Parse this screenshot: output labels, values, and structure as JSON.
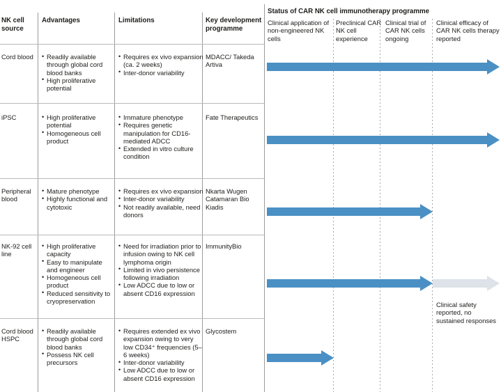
{
  "table": {
    "headers": [
      "NK cell source",
      "Advantages",
      "Limitations",
      "Key development programme"
    ],
    "rows": [
      {
        "source": "Cord blood",
        "advantages": [
          "Readily available through global cord blood banks",
          "High proliferative potential"
        ],
        "limitations": [
          "Requires ex vivo expansion (ca. 2 weeks)",
          "Inter-donor variability"
        ],
        "programme": "MDACC/ Takeda Artiva"
      },
      {
        "source": "iPSC",
        "advantages": [
          "High proliferative potential",
          "Homogeneous cell product"
        ],
        "limitations": [
          "Immature phenotype",
          "Requires genetic manipulation for CD16-mediated ADCC",
          "Extended in vitro culture condition"
        ],
        "programme": "Fate Therapeutics"
      },
      {
        "source": "Peripheral blood",
        "advantages": [
          "Mature phenotype",
          "Highly functional and cytotoxic"
        ],
        "limitations": [
          "Requires ex vivo expansion",
          "Inter-donor variability",
          "Not readily available, need donors"
        ],
        "programme": "Nkarta Wugen Catamaran Bio Kiadis"
      },
      {
        "source": "NK-92 cell line",
        "advantages": [
          "High proliferative capacity",
          "Easy to manipulate and engineer",
          "Homogeneous cell product",
          "Reduced sensitivity to cryopreservation"
        ],
        "limitations": [
          "Need for irradiation prior to infusion owing to NK cell lymphoma origin",
          "Limited in vivo persistence following irradiation",
          "Low ADCC due to low or absent CD16 expression"
        ],
        "programme": "ImmunityBio"
      },
      {
        "source": "Cord blood HSPC",
        "advantages": [
          "Readily available through global cord blood banks",
          "Possess NK cell precursors"
        ],
        "limitations": [
          "Requires extended ex vivo expansion owing to very low CD34⁺ frequencies (5–6 weeks)",
          "Inter-donor variability",
          "Low ADCC due to low or absent CD16 expression"
        ],
        "programme": "Glycostem"
      }
    ]
  },
  "status": {
    "title": "Status of CAR NK cell immunotherapy programme",
    "columns": [
      "Clinical application of non-engineered NK cells",
      "Preclinical CAR NK cell experience",
      "Clinical trial of CAR NK cells ongoing",
      "Clinical efficacy of CAR NK cells therapy reported"
    ],
    "note": "Clinical safety reported, no sustained responses",
    "colors": {
      "arrow_blue": "#4a90c4",
      "arrow_grey": "#dde3e8",
      "rule": "#9b9b9b",
      "dashed": "#a7a7a7"
    }
  },
  "chart_data": {
    "type": "bar",
    "title": "Status of CAR NK cell immunotherapy programme",
    "categories": [
      "Clinical application of non-engineered NK cells",
      "Preclinical CAR NK cell experience",
      "Clinical trial of CAR NK cells ongoing",
      "Clinical efficacy of CAR NK cells therapy reported"
    ],
    "series": [
      {
        "name": "Cord blood",
        "stage_reached": 4,
        "color": "#4a90c4"
      },
      {
        "name": "iPSC",
        "stage_reached": 4,
        "color": "#4a90c4"
      },
      {
        "name": "Peripheral blood",
        "stage_reached": 3,
        "color": "#4a90c4"
      },
      {
        "name": "NK-92 cell line",
        "stage_reached": 3,
        "color": "#4a90c4",
        "extension": {
          "to_stage": 4,
          "color": "#dde3e8",
          "label": "Clinical safety reported, no sustained responses"
        }
      },
      {
        "name": "Cord blood HSPC",
        "stage_reached": 1,
        "color": "#4a90c4"
      }
    ],
    "xlabel": "",
    "ylabel": "NK cell source",
    "grid": true,
    "legend": "none"
  }
}
